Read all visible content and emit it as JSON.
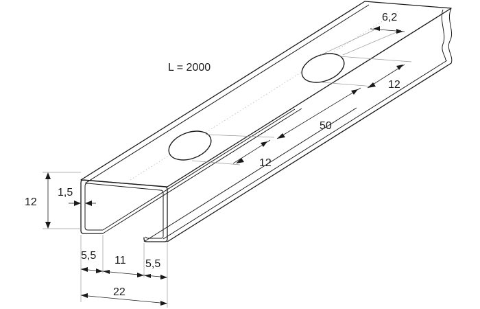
{
  "drawing": {
    "length_label": "L = 2000",
    "dimensions": {
      "height": "12",
      "wall_thickness": "1,5",
      "lip_left": "5,5",
      "opening": "11",
      "lip_right": "5,5",
      "width": "22",
      "slot_length_near": "12",
      "slot_pitch": "50",
      "slot_length_far": "12",
      "slot_width": "6,2"
    }
  }
}
